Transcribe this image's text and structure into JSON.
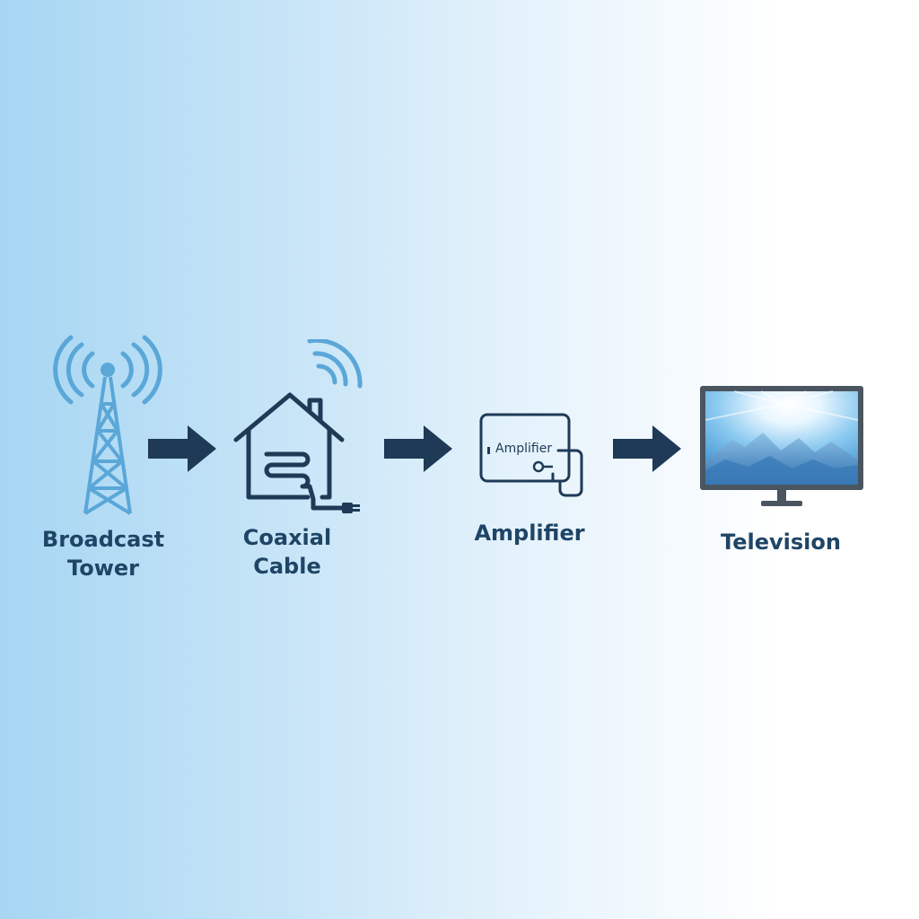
{
  "diagram": {
    "nodes": [
      {
        "id": "tower",
        "label": "Broadcast\nTower",
        "icon": "broadcast-tower-icon"
      },
      {
        "id": "cable",
        "label": "Coaxial\nCable",
        "icon": "house-cable-icon"
      },
      {
        "id": "amplifier",
        "label": "Amplifier",
        "icon": "amplifier-icon",
        "device_text": "Amplifier"
      },
      {
        "id": "tv",
        "label": "Television",
        "icon": "television-icon"
      }
    ],
    "edges": [
      {
        "from": "tower",
        "to": "cable"
      },
      {
        "from": "cable",
        "to": "amplifier"
      },
      {
        "from": "amplifier",
        "to": "tv"
      }
    ],
    "colors": {
      "dark_navy": "#1e3a56",
      "light_blue": "#5aa7d8",
      "label_text": "#1f4566"
    }
  }
}
